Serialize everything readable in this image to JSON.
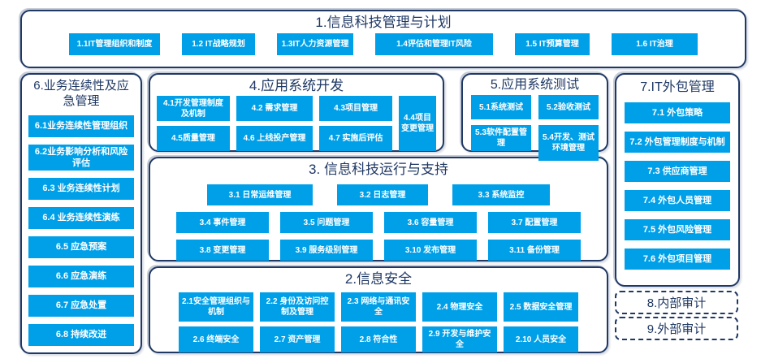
{
  "diagram": {
    "colors": {
      "item_background": "#00a0e9",
      "item_text": "#ffffff",
      "panel_border": "#1f3864",
      "title_text": "#1f3864",
      "page_background": "#ffffff"
    },
    "sections": {
      "plan": {
        "title": "1.信息科技管理与计划",
        "items": [
          "1.1IT管理组织和制度",
          "1.2 IT战略规划",
          "1.3IT人力资源管理",
          "1.4评估和管理IT风险",
          "1.5 IT预算管理",
          "1.6 IT治理"
        ]
      },
      "continuity": {
        "title": "6.业务连续性及应急管理",
        "items": [
          "6.1业务连续性管理组织",
          "6.2业务影响分析和风险评估",
          "6.3 业务连续性计划",
          "6.4 业务连续性演练",
          "6.5 应急预案",
          "6.6 应急演练",
          "6.7 应急处置",
          "6.8 持续改进"
        ]
      },
      "development": {
        "title": "4.应用系统开发",
        "items": [
          "4.1开发管理制度及机制",
          "4.2 需求管理",
          "4.3项目管理",
          "4.5质量管理",
          "4.6 上线投产管理",
          "4.7 实施后评估"
        ],
        "side_item": "4.4项目变更管理"
      },
      "testing": {
        "title": "5.应用系统测试",
        "items": [
          "5.1系统测试",
          "5.2验收测试",
          "5.3软件配置管理",
          "5.4开发、测试环境管理"
        ]
      },
      "operations": {
        "title": "3. 信息科技运行与支持",
        "rows": [
          [
            "3.1 日常运维管理",
            "3.2 日志管理",
            "3.3 系统监控"
          ],
          [
            "3.4 事件管理",
            "3.5 问题管理",
            "3.6 容量管理",
            "3.7 配置管理"
          ],
          [
            "3.8 变更管理",
            "3.9 服务级别管理",
            "3.10 发布管理",
            "3.11 备份管理"
          ]
        ]
      },
      "security": {
        "title": "2.信息安全",
        "rows": [
          [
            "2.1安全管理组织与机制",
            "2.2 身份及访问控制及管理",
            "2.3 网络与通讯安全",
            "2.4 物理安全",
            "2.5 数据安全管理"
          ],
          [
            "2.6 终端安全",
            "2.7 资产管理",
            "2.8 符合性",
            "2.9 开发与维护安全",
            "2.10 人员安全"
          ]
        ]
      },
      "outsourcing": {
        "title": "7.IT外包管理",
        "items": [
          "7.1 外包策略",
          "7.2 外包管理制度与机制",
          "7.3 供应商管理",
          "7.4 外包人员管理",
          "7.5 外包风险管理",
          "7.6 外包项目管理"
        ]
      },
      "internal_audit": {
        "title": "8.内部审计"
      },
      "external_audit": {
        "title": "9.外部审计"
      }
    }
  }
}
